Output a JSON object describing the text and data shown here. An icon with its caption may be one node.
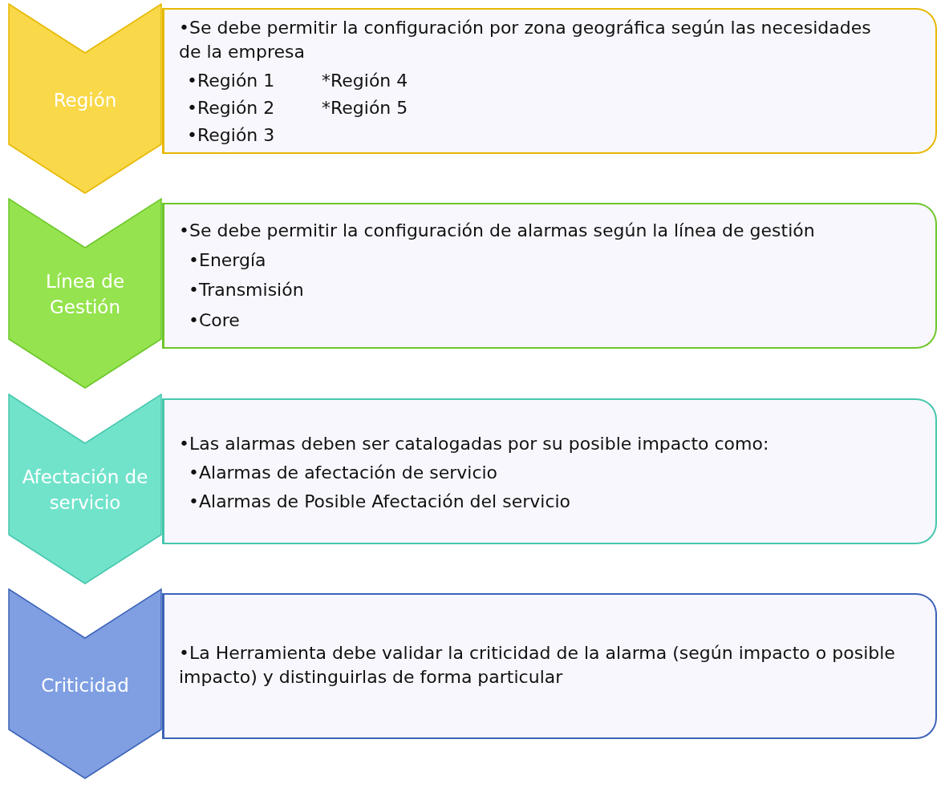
{
  "diagram": {
    "nodes": [
      {
        "text": [
          "Región"
        ]
      },
      {
        "text": [
          "•Se debe permitir la configuración por zona geográfica según las necesidades de la empresa",
          "•Región 1",
          "*Región 4",
          "•Región 2",
          "*Región 5",
          "•Región 3"
        ]
      },
      {
        "text": [
          "Línea de Gestión"
        ]
      },
      {
        "text": [
          "•Se debe permitir la configuración de alarmas según la línea de gestión",
          "•Energía",
          "•Transmisión",
          "•Core"
        ]
      },
      {
        "text": [
          "Afectación de servicio"
        ]
      },
      {
        "text": [
          "•Las alarmas deben ser catalogadas por su posible impacto como:",
          "•Alarmas de afectación de servicio",
          "•Alarmas de Posible Afectación del servicio"
        ]
      },
      {
        "text": [
          "Criticidad"
        ]
      },
      {
        "text": [
          "•La Herramienta debe validar la criticidad de la alarma (según impacto o posible impacto) y distinguirlas de forma particular"
        ]
      }
    ]
  }
}
